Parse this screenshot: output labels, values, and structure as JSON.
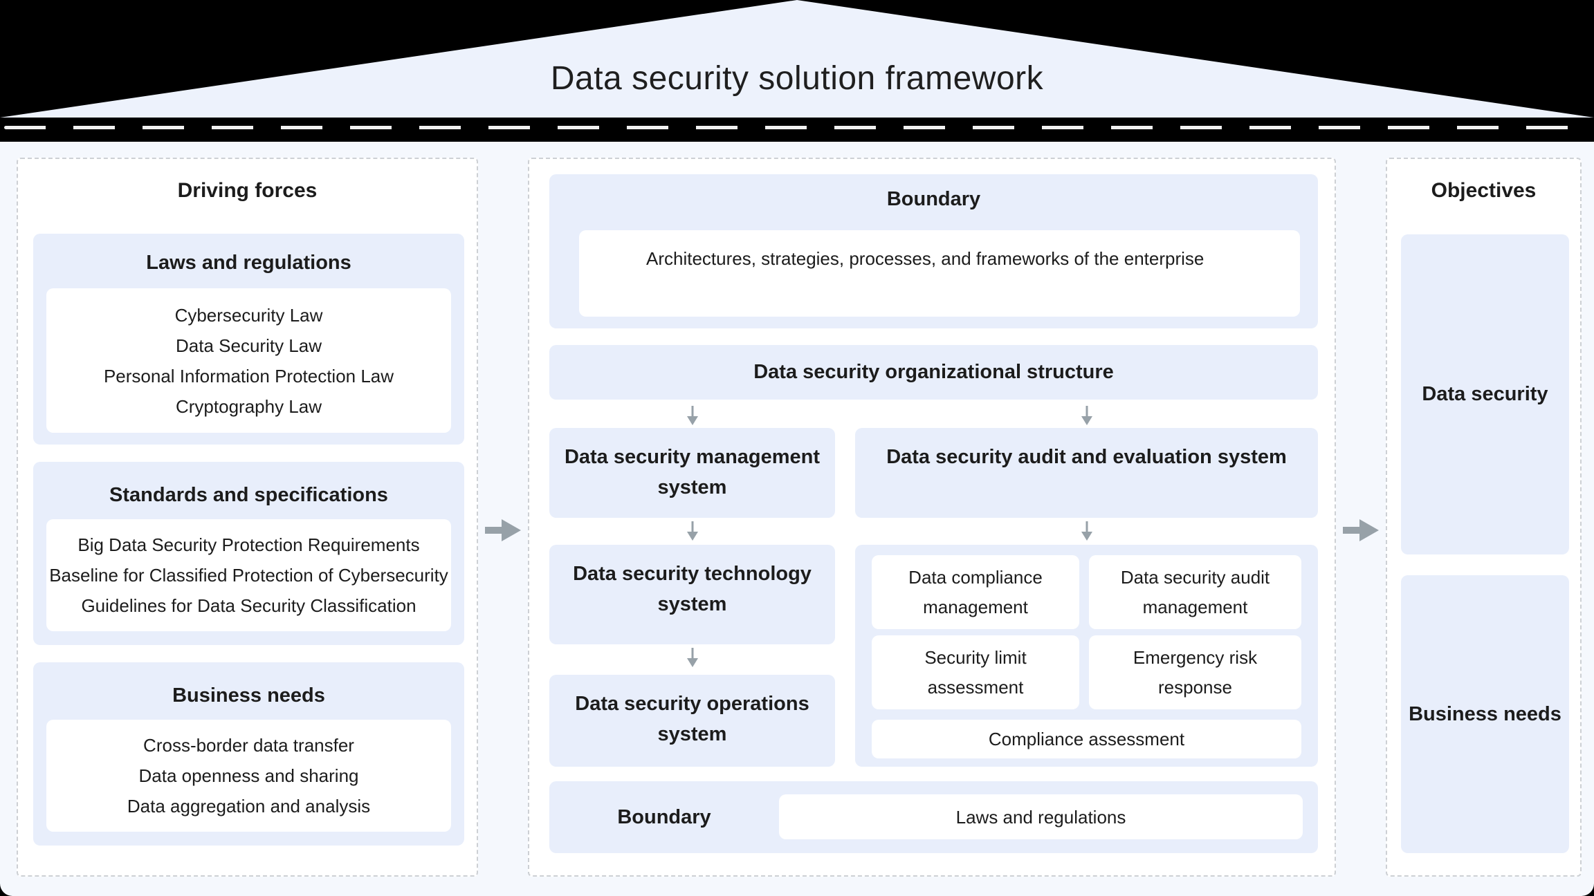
{
  "title": "Data security solution framework",
  "colors": {
    "background": "#000000",
    "roof": "#edf2fc",
    "content_bg": "#f5f8fd",
    "panel_bg": "#ffffff",
    "box_blue": "#e8eefb",
    "card_white": "#ffffff",
    "dashed_border": "#cdd0d4",
    "arrow_gray": "#97a1a8",
    "text": "#1c1c1c"
  },
  "left_panel": {
    "header": "Driving forces",
    "sections": [
      {
        "title": "Laws and regulations",
        "items": [
          "Cybersecurity Law",
          "Data Security Law",
          "Personal Information Protection Law",
          "Cryptography Law"
        ]
      },
      {
        "title": "Standards and specifications",
        "items": [
          "Big Data Security Protection Requirements",
          "Baseline for Classified Protection of Cybersecurity",
          "Guidelines for Data Security Classification"
        ]
      },
      {
        "title": "Business needs",
        "items": [
          "Cross-border data transfer",
          "Data openness and sharing",
          "Data aggregation and analysis"
        ]
      }
    ]
  },
  "middle_panel": {
    "boundary_top": {
      "title": "Boundary",
      "text": "Architectures, strategies, processes, and frameworks of the enterprise"
    },
    "org_structure": "Data security organizational structure",
    "systems": {
      "management": {
        "lines": [
          "Data security management",
          "system"
        ]
      },
      "audit": {
        "lines": [
          "Data security audit and evaluation system"
        ]
      },
      "technology": {
        "lines": [
          "Data security technology",
          "system"
        ]
      },
      "operations": {
        "lines": [
          "Data security operations",
          "system"
        ]
      }
    },
    "audit_children": [
      {
        "lines": [
          "Data compliance",
          "management"
        ]
      },
      {
        "lines": [
          "Data security audit",
          "management"
        ]
      },
      {
        "lines": [
          "Security limit",
          "assessment"
        ]
      },
      {
        "lines": [
          "Emergency risk",
          "response"
        ]
      },
      {
        "lines": [
          "Compliance assessment"
        ]
      }
    ],
    "boundary_bottom": {
      "title": "Boundary",
      "text": "Laws and regulations"
    }
  },
  "right_panel": {
    "header": "Objectives",
    "boxes": [
      "Data security",
      "Business needs"
    ]
  }
}
